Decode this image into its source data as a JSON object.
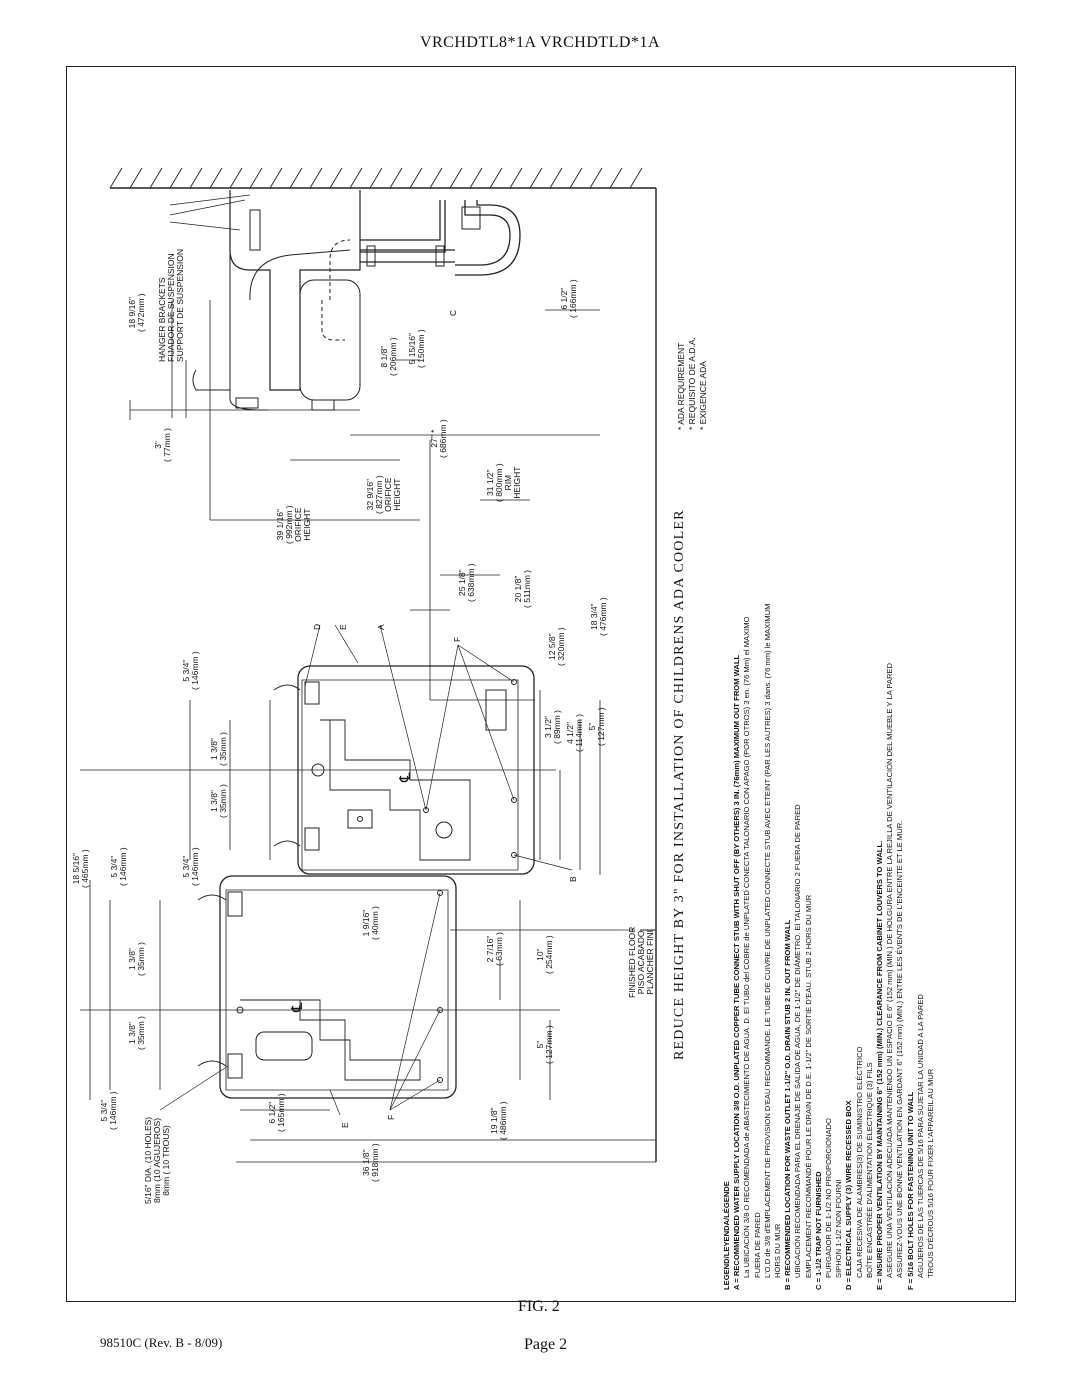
{
  "header": {
    "models": "VRCHDTL8*1A    VRCHDTLD*1A"
  },
  "title": "REDUCE HEIGHT BY 3\" FOR INSTALLATION OF CHILDRENS ADA COOLER",
  "notes": {
    "ada_requirement": "* ADA REQUIREMENT",
    "requisito": "* REQUISITO DE A.D.A.",
    "exigence": "* EXIGENCE ADA"
  },
  "dimensions": {
    "d_18_9_16": "18 9/16\"",
    "d_472mm": "( 472mm )",
    "d_3in": "3\"",
    "d_77mm": "( 77mm )",
    "d_8_1_8": "8 1/8\"",
    "d_206mm": "( 206mm )",
    "d_5_15_16": "5 15/16\"",
    "d_150mm": "( 150mm )",
    "d_6_1_2_top": "6 1/2\"",
    "d_166mm_top": "( 166mm )",
    "d_27": "27\" *",
    "d_686mm": "( 686mm )",
    "d_39_1_16": "39 1/16\"",
    "d_992mm": "( 992mm )",
    "orifice": "ORIFICE",
    "height": "HEIGHT",
    "d_32_9_16": "32 9/16\"",
    "d_827mm": "( 827mm )",
    "d_31_1_2": "31 1/2\"",
    "d_800mm": "( 800mm )",
    "rim": "RIM",
    "d_25_1_8": "25 1/8\"",
    "d_638mm": "( 638mm )",
    "d_20_1_8": "20 1/8\"",
    "d_511mm": "( 511mm )",
    "d_18_3_4": "18 3/4\"",
    "d_476mm": "( 476mm )",
    "d_12_5_8": "12 5/8\"",
    "d_320mm": "( 320mm )",
    "d_3_1_2": "3 1/2\"",
    "d_89mm": "( 89mm )",
    "d_4_1_2": "4 1/2\"",
    "d_114mm": "( 114mm )",
    "d_5in_a": "5\"",
    "d_127mm_a": "( 127mm )",
    "d_5_3_4_a": "5 3/4\"",
    "d_146mm_a": "( 146mm )",
    "d_1_3_8_a": "1 3/8\"",
    "d_35mm_a": "( 35mm )",
    "d_1_3_8_b": "1 3/8\"",
    "d_35mm_b": "( 35mm )",
    "d_5_3_4_b": "5 3/4\"",
    "d_146mm_b": "( 146mm )",
    "d_18_5_16": "18 5/16\"",
    "d_465mm": "( 465mm )",
    "d_5_3_4_c": "5 3/4\"",
    "d_146mm_c": "( 146mm )",
    "d_1_3_8_c": "1 3/8\"",
    "d_35mm_c": "( 35mm )",
    "d_1_3_8_d": "1 3/8\"",
    "d_35mm_d": "( 35mm )",
    "d_5_3_4_d": "5 3/4\"",
    "d_146mm_d": "( 146mm )",
    "d_1_9_16": "1 9/16\"",
    "d_40mm": "( 40mm )",
    "d_2_7_16": "2 7/16\"",
    "d_63mm": "( 63mm )",
    "d_10in": "10\"",
    "d_254mm": "( 254mm )",
    "d_5in_b": "5\"",
    "d_127mm_b": "( 127mm )",
    "d_19_1_8": "19 1/8\"",
    "d_486mm": "( 486mm )",
    "d_6_1_2": "6 1/2\"",
    "d_165mm": "( 165mm )",
    "d_36_1_8": "36 1/8\"",
    "d_918mm": "( 918mm )"
  },
  "labels": {
    "hanger_1": "HANGER BRACKETS",
    "hanger_2": "FIJADOR DE SUSPENSION",
    "hanger_3": "SUPPORT DE SUSPENSION",
    "floor_1": "FINISHED FLOOR",
    "floor_2": "PISO ACABADO",
    "floor_3": "PLANCHER FINI",
    "holes_1": "5/16\" DIA. (10 HOLES)",
    "holes_2": "8mm (10 AGUJEROS)",
    "holes_3": "8mm ( 10 TROUS)",
    "A": "A",
    "B": "B",
    "C": "C",
    "D": "D",
    "E": "E",
    "F": "F",
    "E2": "E",
    "F2": "F",
    "centerline": "℄"
  },
  "legend": {
    "heading": "LEGEND/LEYENDA/LÉGENDE",
    "A1": "A = RECOMMENDED WATER SUPPLY LOCATION 3/8 O.D. UNPLATED COPPER TUBE CONNECT STUB WITH SHUT OFF (BY OTHERS) 3 IN. (76mm) MAXIMUM OUT FROM WALL",
    "A2": "La UBICACIÓN 3/8 O RECOMENDADA de ABASTECIMIENTO DE AGUA. D. El TUBO del COBRE de UNPLATED CONECTA TALONARIO CON APAGO (POR OTROS) 3 en. (76 Mm) el MAXIMO",
    "A3": "FUERA DE PARED",
    "A4": "L'O.D de 3/8 d'EMPLACEMENT DE PROVISION D'EAU RECOMMANDE. LE TUBE DE CUIVRE DE UNPLATED CONNECTE STUB AVEC ETEINT (PAR LES AUTRES) 3 dans. (76 mm) le MAXIMUM",
    "A5": "HORS DU MUR",
    "B1": "B = RECOMMENDED LOCATION FOR WASTE OUTLET 1-1/2\" O.D. DRAIN STUB 2 IN. OUT FROM WALL",
    "B2": "UBICACIÓN RECOMENDADA PARA EL DRENAJE DE SALIDA DE AGUA, DE 1-1/2\" DE DIÁMETRO. El TALONARIO 2 FUERA DE PARED",
    "B3": "EMPLACEMENT RECOMMANDÉ POUR LE DRAIN DE D.E. 1-1/2\" DE SORTIE D'EAU. STUB 2 HORS DU MUR",
    "C1": "C = 1-1/2 TRAP NOT FURNISHED",
    "C2": "PURGADOR DE 1-1/2 NO PROPORCIONADO",
    "C3": "SIPHON 1-1/2 NON FOURNI",
    "D1": "D = ELECTRICAL SUPPLY (3) WIRE RECESSED BOX",
    "D2": "CAJA RECESIVA DE ALAMBRES(3) DE SUMINISTRO ELÉCTRICO",
    "D3": "BOÎTE ENCASTRÉE D'ALIMENTATION ÉLECTRIQUE (3) FILS",
    "E1": "E = INSURE PROPER VENTILATION BY MAINTAINING 6\" (152 mm) (MIN.) CLEARANCE FROM CABINET LOUVERS TO WALL.",
    "E2": "ASEGURE UNA VENTILACIÓN ADECUADA MANTENIENDO UN ESPACIO E 6\" (152 mm) (MIN.) DE HOLGURA ENTRE LA REJILLA DE VENTILACIÓN DEL MUEBLE Y LA PARED",
    "E3": "ASSUREZ-VOUS UNE BONNE VENTILATION EN GARDANT 6\" (152 mm) (MIN.) ENTRE LES ÉVENTS DE L'ENCEINTE ET LE MUR.",
    "F1": "F = 5/16 BOLT HOLES FOR FASTENING UNIT TO WALL",
    "F2": "AGUJEROS DE LAS TUERCAS DE 5/16 PARA SUJETAR LA UNIDAD A LA PARED",
    "F3": "TROUS D'ÉCROUS 5/16 POUR FIXER L'APPAREIL AU MUR"
  },
  "footer": {
    "fig": "FIG. 2",
    "docnum": "98510C  (Rev. B  - 8/09)",
    "page": "Page 2"
  }
}
